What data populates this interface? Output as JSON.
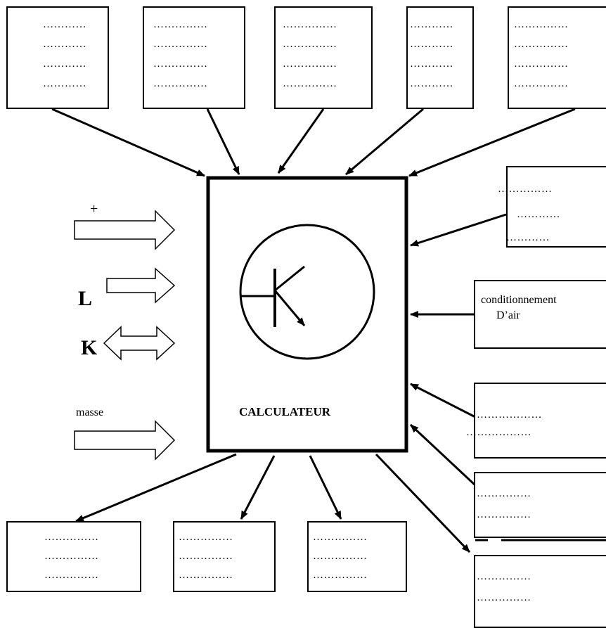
{
  "calculator": {
    "label": "CALCULATEUR"
  },
  "inputs": {
    "plus": "+",
    "L": "L",
    "K": "K",
    "masse": "masse"
  },
  "air_conditioning": {
    "line1": "conditionnement",
    "line2": "D’air"
  },
  "placeholders": {
    "short": "…………",
    "medium": "……………",
    "long": "………………"
  },
  "colors": {
    "stroke": "#000000",
    "background": "#ffffff"
  }
}
